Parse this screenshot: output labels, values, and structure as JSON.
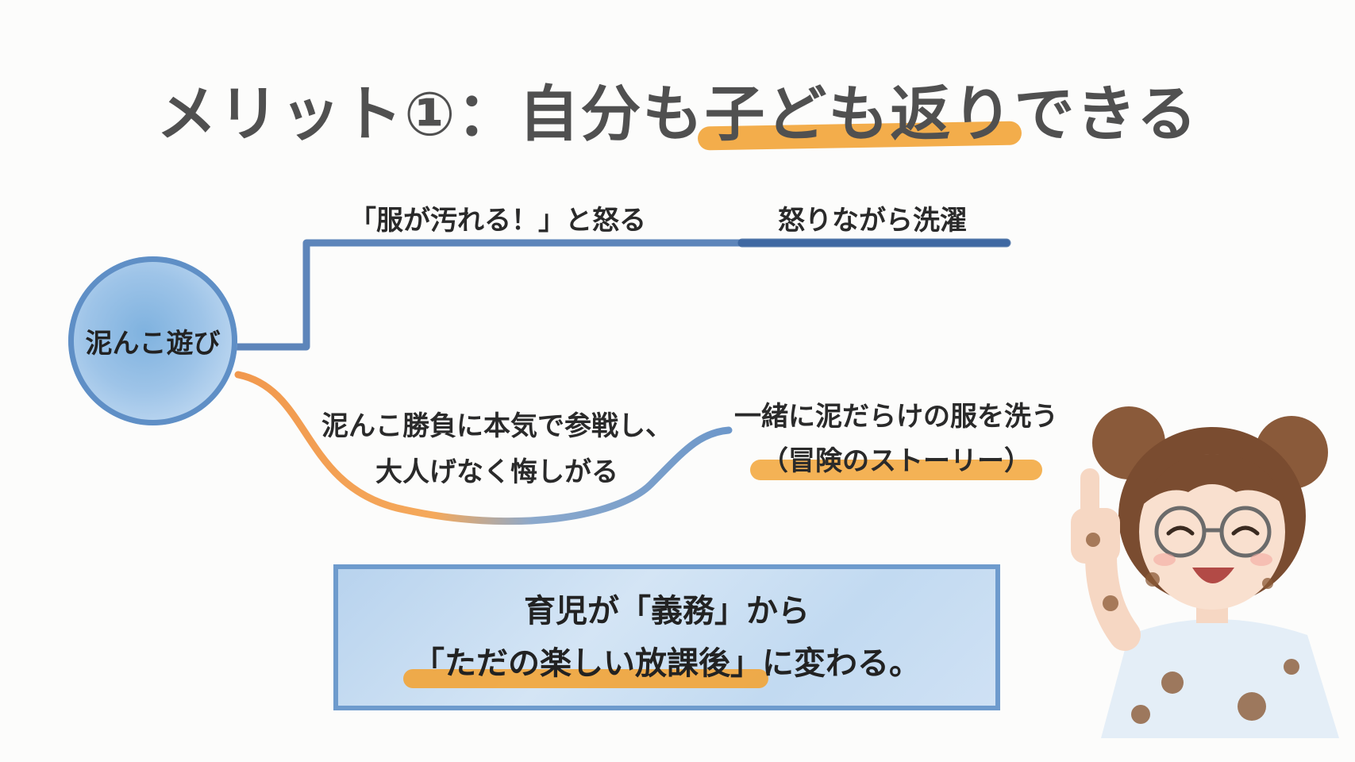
{
  "title": {
    "prefix": "メリット①：自分も",
    "highlight": "子ども返り",
    "suffix": "できる"
  },
  "center_node": {
    "label": "泥んこ遊び"
  },
  "upper_branch": {
    "step1": "「服が汚れる！」と怒る",
    "step2": "怒りながら洗濯"
  },
  "lower_branch": {
    "step1_line1": "泥んこ勝負に本気で参戦し、",
    "step1_line2": "大人げなく悔しがる",
    "step2_line1": "一緒に泥だらけの服を洗う",
    "step2_line2": "（冒険のストーリー）"
  },
  "conclusion": {
    "line1": "育児が「義務」から",
    "line2_highlight": "「ただの楽しい放課後」",
    "line2_suffix": "に変わる。"
  },
  "colors": {
    "accent_orange": "#f2a437",
    "line_blue": "#4b78b3",
    "circle_blue": "#8fb8e2",
    "box_border": "#6e9bcd"
  },
  "illustration": {
    "subject": "smiling girl with glasses giving thumbs up, mud-stained t-shirt"
  }
}
